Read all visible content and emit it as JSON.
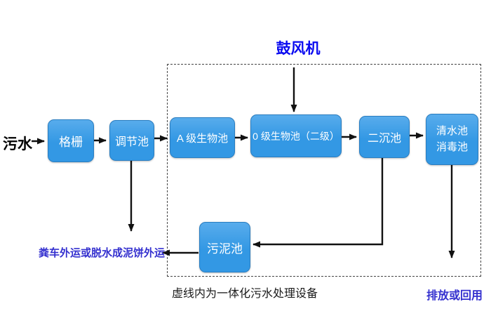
{
  "colors": {
    "box-fill": "#3398e4",
    "box-fill-light": "#58acec",
    "box-border": "#2a7dc0",
    "box-text": "#ffffff",
    "arrow": "#111111",
    "dashed-border": "#444444",
    "blower-blue": "#0a0af0",
    "label-blue": "#3430cf",
    "note-black": "#1a1a1a"
  },
  "diagram": {
    "inflow_label": "污水",
    "blower_label": "鼓风机",
    "nodes": {
      "grid": "格栅",
      "regulating": "调节池",
      "a_bio": "A 级生物池",
      "o_bio": "0 级生物池（二级）",
      "secondary_sedimentation": "二沉池",
      "clear_water": "清水池",
      "disinfection": "消毒池",
      "sludge": "污泥池"
    },
    "annotations": {
      "sludge_disposal": "粪车外运或脱水成泥饼外运",
      "boundary_note": "虚线内为一体化污水处理设备",
      "discharge": "排放或回用"
    }
  }
}
